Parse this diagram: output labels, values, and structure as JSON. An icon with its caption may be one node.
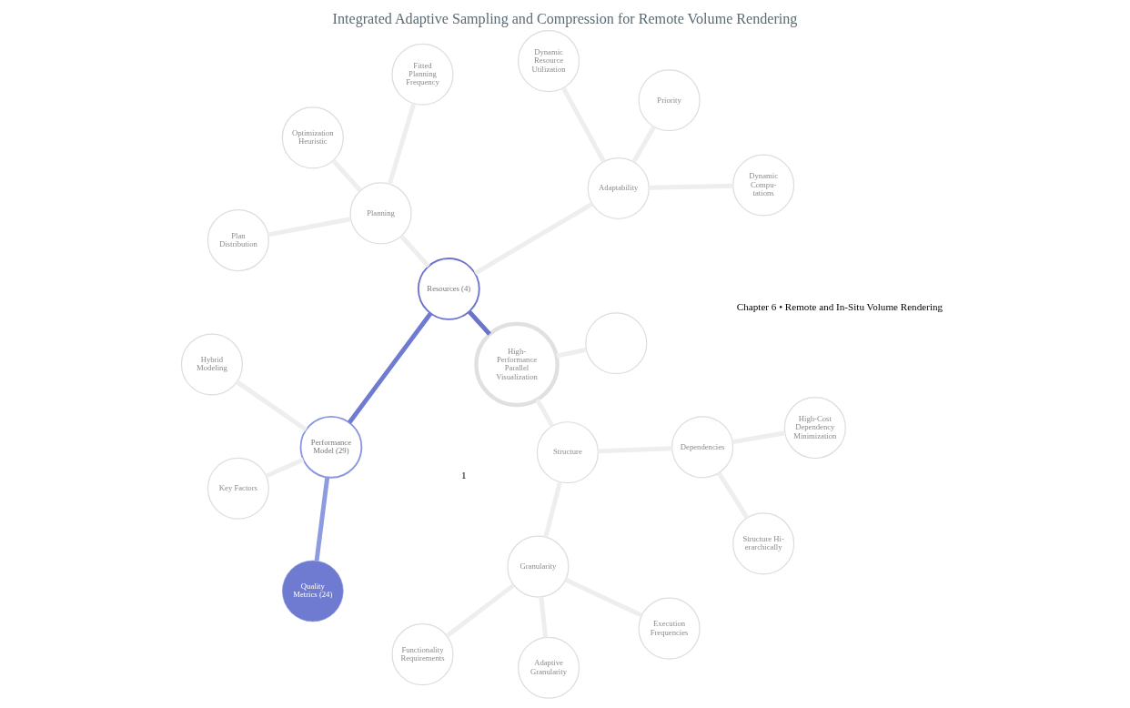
{
  "diagram": {
    "title": "Integrated Adaptive Sampling and Compression for Remote Volume Rendering",
    "nodes": [
      {
        "text": [
          "High- Performance Parallel Visualization"
        ]
      },
      {
        "text": [],
        "shape": "circle"
      },
      {
        "text": [
          "Resources (4)"
        ]
      },
      {
        "text": [
          "Adaptability"
        ]
      },
      {
        "text": [
          "Dynamic Compu- tations"
        ]
      },
      {
        "text": [
          "Priority"
        ]
      },
      {
        "text": [
          "Dynamic Resource Utilization"
        ]
      },
      {
        "text": [
          "Planning"
        ]
      },
      {
        "text": [
          "Fitted Planning Frequency"
        ]
      },
      {
        "text": [
          "Optimization Heuristic"
        ]
      },
      {
        "text": [
          "Plan Distribution"
        ]
      },
      {
        "text": [
          "Performance Model (29)"
        ]
      },
      {
        "text": [
          "Hybrid Modeling"
        ]
      },
      {
        "text": [
          "Key Factors"
        ]
      },
      {
        "text": [
          "Quality Metrics (24)"
        ]
      },
      {
        "text": [
          "Structure"
        ]
      },
      {
        "text": [
          "Granularity"
        ]
      },
      {
        "text": [
          "Functionality Requirements"
        ]
      },
      {
        "text": [
          "Adaptive Granularity"
        ]
      },
      {
        "text": [
          "Execution Frequencies"
        ]
      },
      {
        "text": [
          "Dependencies"
        ]
      },
      {
        "text": [
          "Structure Hi- erarchically"
        ]
      },
      {
        "text": [
          "High-Cost Dependency Minimization"
        ]
      }
    ],
    "edges": [
      {
        "from": 0,
        "to": 1,
        "arrow": "none"
      },
      {
        "from": 0,
        "to": 2,
        "arrow": "none",
        "color": "#6b74c8"
      },
      {
        "from": 0,
        "to": 15,
        "arrow": "none"
      },
      {
        "from": 2,
        "to": 3,
        "arrow": "none"
      },
      {
        "from": 3,
        "to": 4,
        "arrow": "none"
      },
      {
        "from": 3,
        "to": 5,
        "arrow": "none"
      },
      {
        "from": 3,
        "to": 6,
        "arrow": "none"
      },
      {
        "from": 2,
        "to": 7,
        "arrow": "none"
      },
      {
        "from": 7,
        "to": 8,
        "arrow": "none"
      },
      {
        "from": 7,
        "to": 9,
        "arrow": "none"
      },
      {
        "from": 7,
        "to": 10,
        "arrow": "none"
      },
      {
        "from": 2,
        "to": 11,
        "arrow": "none",
        "color": "#6f7bd0"
      },
      {
        "from": 11,
        "to": 12,
        "arrow": "none"
      },
      {
        "from": 11,
        "to": 13,
        "arrow": "none"
      },
      {
        "from": 11,
        "to": 14,
        "arrow": "none",
        "color": "#8f9be0"
      },
      {
        "from": 15,
        "to": 16,
        "arrow": "none"
      },
      {
        "from": 16,
        "to": 17,
        "arrow": "none"
      },
      {
        "from": 16,
        "to": 18,
        "arrow": "none"
      },
      {
        "from": 16,
        "to": 19,
        "arrow": "none"
      },
      {
        "from": 15,
        "to": 20,
        "arrow": "none"
      },
      {
        "from": 20,
        "to": 21,
        "arrow": "none"
      },
      {
        "from": 20,
        "to": 22,
        "arrow": "none"
      }
    ],
    "labels": [
      "Chapter 6 • Remote and In-Situ Volume Rendering",
      "1"
    ]
  }
}
